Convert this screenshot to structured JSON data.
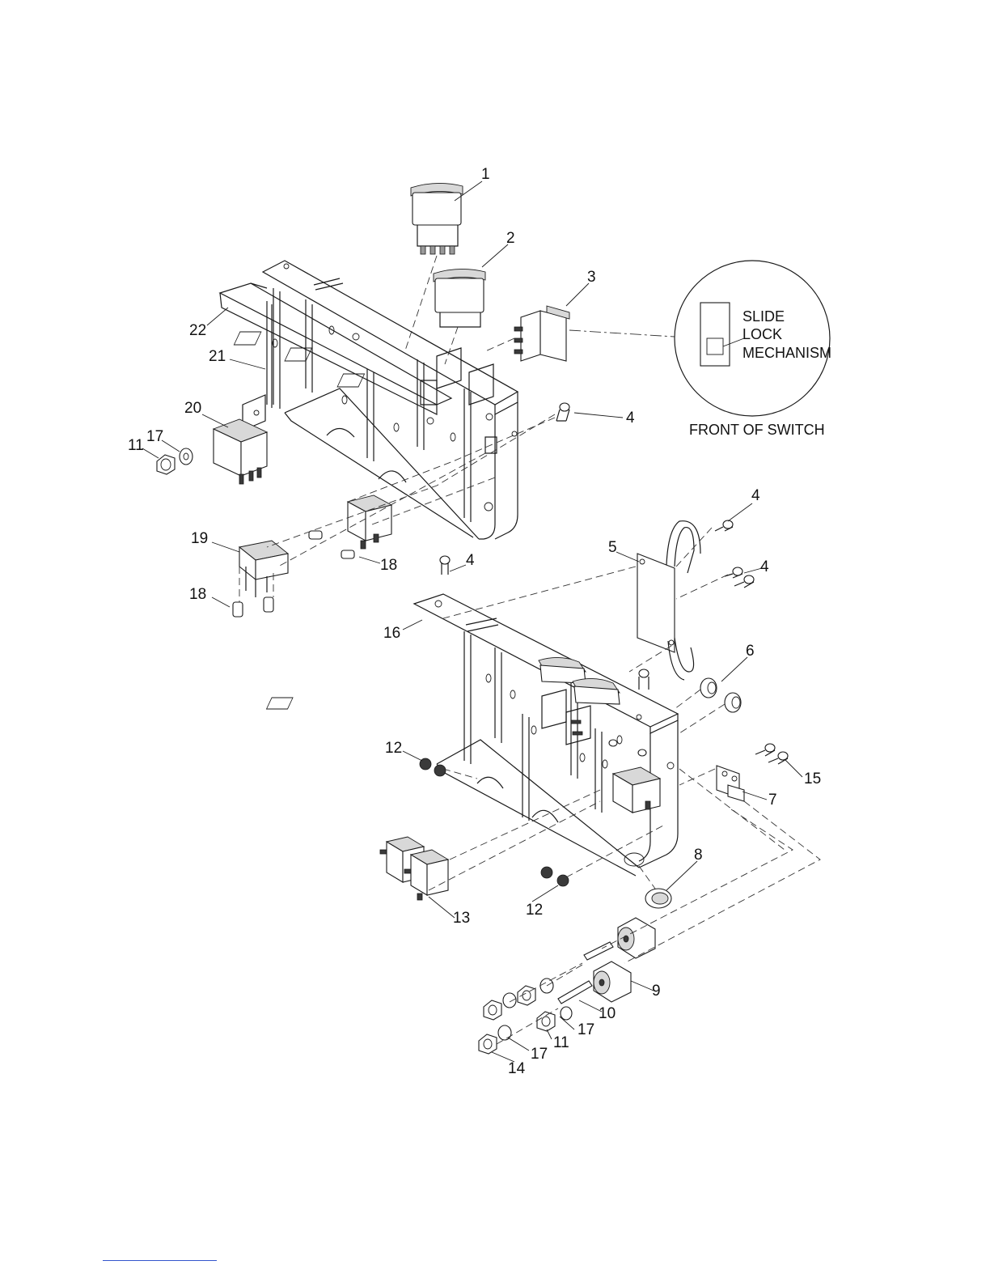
{
  "callouts": {
    "c1": "1",
    "c2": "2",
    "c3": "3",
    "c4a": "4",
    "c4b": "4",
    "c4c": "4",
    "c4d": "4",
    "c5": "5",
    "c6": "6",
    "c7": "7",
    "c8": "8",
    "c9": "9",
    "c10": "10",
    "c11a": "11",
    "c11b": "11",
    "c12a": "12",
    "c12b": "12",
    "c13": "13",
    "c14": "14",
    "c15": "15",
    "c16": "16",
    "c17a": "17",
    "c17b": "17",
    "c17c": "17",
    "c18a": "18",
    "c18b": "18",
    "c19": "19",
    "c20": "20",
    "c21": "21",
    "c22": "22"
  },
  "inset": {
    "line1": "SLIDE",
    "line2": "LOCK",
    "line3": "MECHANISM",
    "caption": "FRONT OF SWITCH"
  }
}
